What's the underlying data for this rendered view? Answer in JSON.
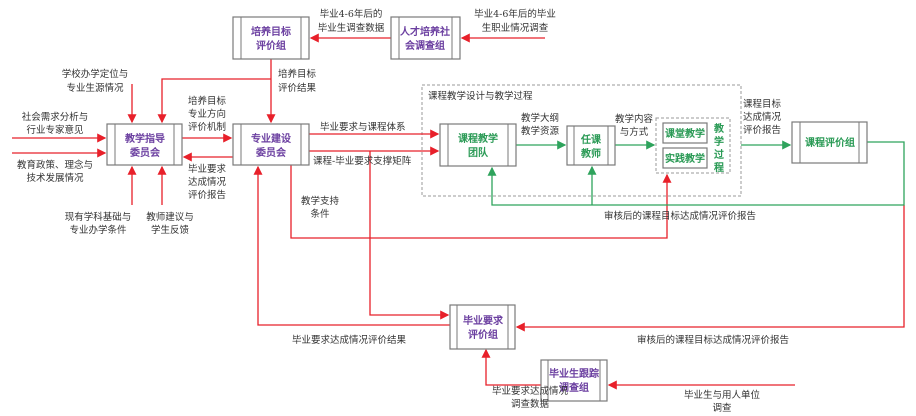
{
  "colors": {
    "red": "#e8202a",
    "green": "#2ea35c",
    "purple": "#6b3fa0"
  },
  "boxes": {
    "peiyang_eval": [
      "培养目标",
      "评价组"
    ],
    "rencai_survey": [
      "人才培养社",
      "会调查组"
    ],
    "jiaoxue_zhidao": [
      "教学指导",
      "委员会"
    ],
    "zhuanye_jianshe": [
      "专业建设",
      "委员会"
    ],
    "kecheng_team": [
      "课程教学",
      "团队"
    ],
    "renke_teacher": [
      "任课",
      "教师"
    ],
    "classroom": "课堂教学",
    "practice": "实践教学",
    "process": [
      "教",
      "学",
      "过",
      "程"
    ],
    "course_eval": "课程评价组",
    "biye_eval": [
      "毕业要求",
      "评价组"
    ],
    "tracking": [
      "毕业生跟踪",
      "调查组"
    ]
  },
  "group_title": "课程教学设计与教学过程",
  "labels": {
    "grad_data": [
      "毕业4-6年后的",
      "毕业生调查数据"
    ],
    "career_survey": [
      "毕业4-6年后的毕业",
      "生职业情况调查"
    ],
    "school_position": [
      "学校办学定位与",
      "专业生源情况"
    ],
    "peiyang_result": [
      "培养目标",
      "评价结果"
    ],
    "social_needs": [
      "社会需求分析与",
      "行业专家意见"
    ],
    "edu_policy": [
      "教育政策、理念与",
      "技术发展情况"
    ],
    "discipline_base": [
      "现有学科基础与",
      "专业办学条件"
    ],
    "teacher_feedback": [
      "教师建议与",
      "学生反馈"
    ],
    "goal_direction": [
      "培养目标",
      "专业方向",
      "评价机制"
    ],
    "achieve_report": [
      "毕业要求",
      "达成情况",
      "评价报告"
    ],
    "req_system": "毕业要求与课程体系",
    "support_matrix": "课程-毕业要求支撑矩阵",
    "teaching_support": [
      "教学支持",
      "条件"
    ],
    "syllabus": [
      "教学大纲",
      "教学资源"
    ],
    "content_method": [
      "教学内容",
      "与方式"
    ],
    "course_goal_report": [
      "课程目标",
      "达成情况",
      "评价报告"
    ],
    "reviewed_report_green": "审核后的课程目标达成情况评价报告",
    "req_result": "毕业要求达成情况评价结果",
    "reviewed_report_red": "审核后的课程目标达成情况评价报告",
    "req_survey_data": [
      "毕业要求达成情况",
      "调查数据"
    ],
    "employer_survey": [
      "毕业生与用人单位",
      "调查"
    ]
  }
}
